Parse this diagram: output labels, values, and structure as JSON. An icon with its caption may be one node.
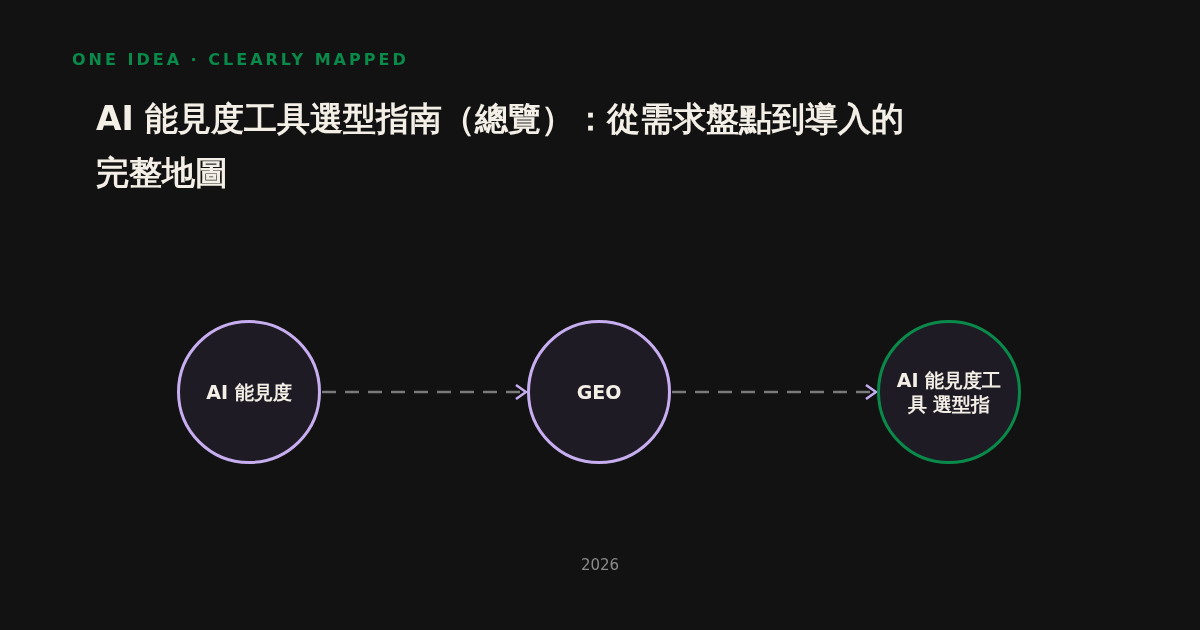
{
  "diagram": {
    "title": "AI 能見度工具選型指南（總覽）：從需求盤點到導入的完整地圖",
    "nodes": [
      {
        "text": [
          "AI 能見度"
        ]
      },
      {
        "text": [
          "GEO"
        ]
      },
      {
        "text": [
          "AI 能見度工具 選型指"
        ]
      }
    ],
    "edges": [
      {
        "from": 0,
        "to": 1,
        "arrow": "to",
        "style": "dashed"
      },
      {
        "from": 1,
        "to": 2,
        "arrow": "to",
        "style": "dashed"
      }
    ],
    "labels": [
      "ONE IDEA · CLEARLY MAPPED",
      "2026"
    ]
  }
}
